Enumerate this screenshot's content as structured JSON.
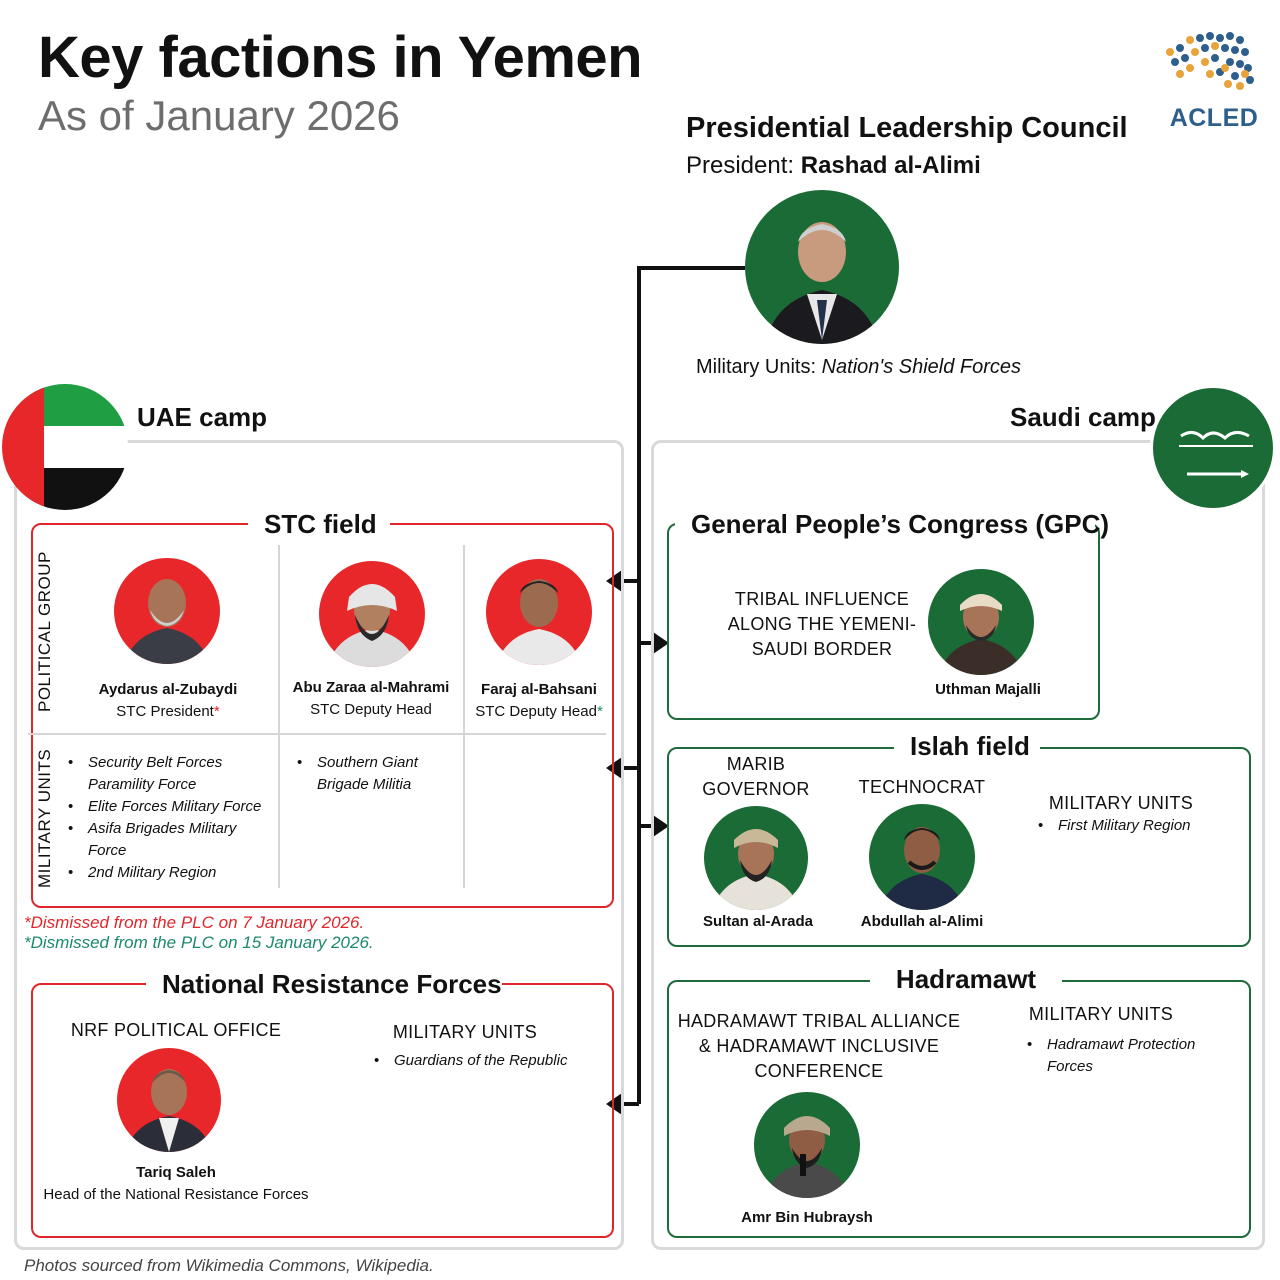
{
  "header": {
    "title": "Key factions in Yemen",
    "subtitle": "As of January 2026",
    "logo_text": "ACLED"
  },
  "plc": {
    "title": "Presidential Leadership Council",
    "president_label": "President:",
    "president_name": "Rashad al-Alimi",
    "military_label": "Military Units:",
    "military_value": "Nation's Shield Forces"
  },
  "uae_camp": {
    "label": "UAE camp",
    "stc": {
      "title": "STC field",
      "political_label": "POLITICAL GROUP",
      "military_label": "MILITARY UNITS",
      "members": [
        {
          "name": "Aydarus al-Zubaydi",
          "role": "STC President",
          "mark": "*"
        },
        {
          "name": "Abu Zaraa al-Mahrami",
          "role": "STC Deputy Head",
          "mark": ""
        },
        {
          "name": "Faraj al-Bahsani",
          "role": "STC Deputy Head",
          "mark": "*"
        }
      ],
      "units_col1": [
        "Security Belt Forces Paramility Force",
        "Elite Forces Military Force",
        "Asifa Brigades Military Force",
        "2nd Military Region"
      ],
      "units_col2": [
        "Southern Giant Brigade Militia"
      ]
    },
    "notes": {
      "red": "*Dismissed from the PLC on 7 January 2026.",
      "green": "*Dismissed from the PLC on 15 January 2026."
    },
    "nrf": {
      "title": "National Resistance Forces",
      "political_office": "NRF POLITICAL OFFICE",
      "military_units_label": "MILITARY UNITS",
      "units": [
        "Guardians of the Republic"
      ],
      "leader_name": "Tariq Saleh",
      "leader_role": "Head of the National Resistance Forces"
    }
  },
  "saudi_camp": {
    "label": "Saudi camp",
    "gpc": {
      "title": "General People’s Congress (GPC)",
      "caption": "TRIBAL INFLUENCE ALONG THE YEMENI-SAUDI BORDER",
      "leader_name": "Uthman Majalli"
    },
    "islah": {
      "title": "Islah field",
      "marib_label": "MARIB GOVERNOR",
      "technocrat_label": "TECHNOCRAT",
      "military_units_label": "MILITARY UNITS",
      "units": [
        "First Military Region"
      ],
      "marib_name": "Sultan al-Arada",
      "technocrat_name": "Abdullah al-Alimi"
    },
    "hadramawt": {
      "title": "Hadramawt",
      "caption": "HADRAMAWT TRIBAL ALLIANCE & HADRAMAWT INCLUSIVE CONFERENCE",
      "military_units_label": "MILITARY UNITS",
      "units": [
        "Hadramawt Protection Forces"
      ],
      "leader_name": "Amr Bin Hubraysh"
    }
  },
  "footer": {
    "source": "Photos sourced from Wikimedia Commons, Wikipedia."
  },
  "colors": {
    "uae_red": "#e0262b",
    "saudi_green": "#1f6b3c",
    "photo_green": "#1a6b35",
    "photo_red": "#e8272b",
    "acled_blue": "#2e5f8c",
    "acled_orange": "#e8a33a"
  },
  "icons": [
    "acled-logo-icon",
    "uae-flag-icon",
    "saudi-flag-icon",
    "arrow-left-icon",
    "arrow-right-icon"
  ]
}
